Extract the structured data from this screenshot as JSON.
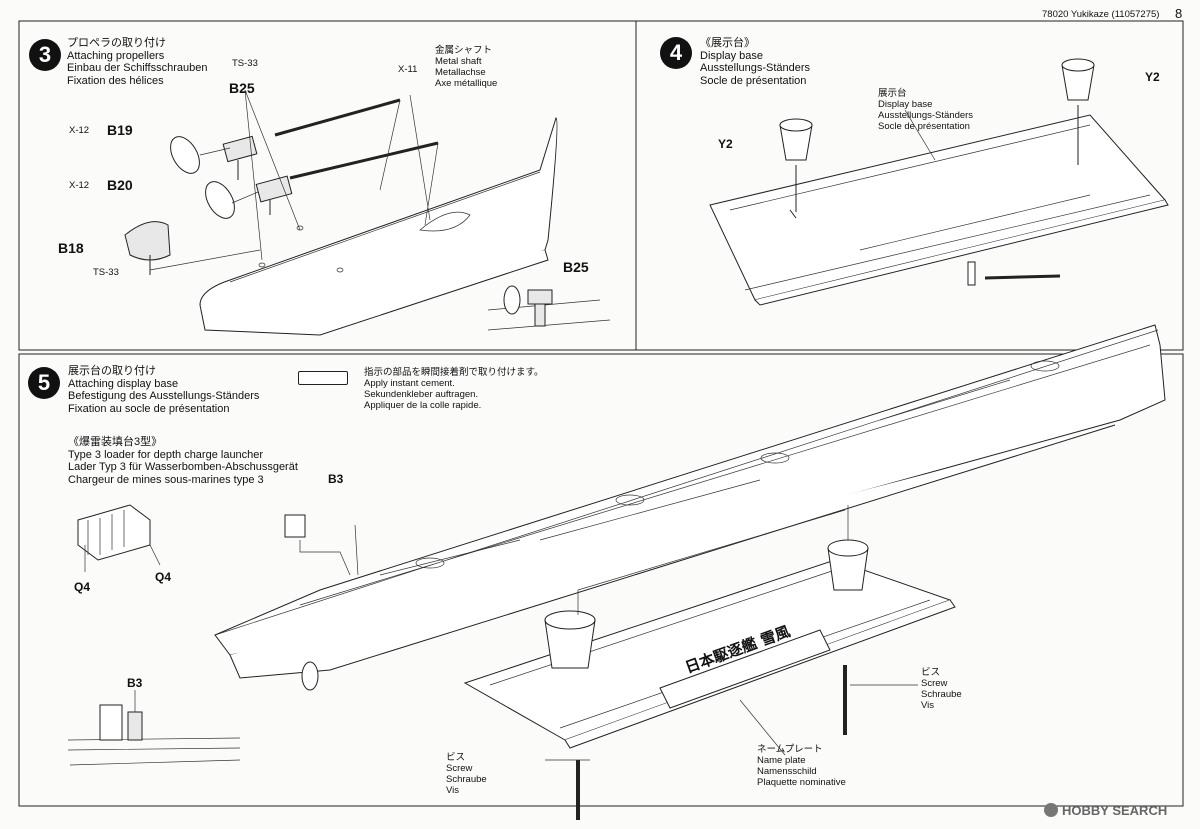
{
  "header": {
    "product": "78020  Yukikaze (11057275)",
    "page": "8"
  },
  "step3": {
    "number": "3",
    "title_jp": "プロペラの取り付け",
    "title_en": "Attaching propellers",
    "title_de": "Einbau der Schiffsschrauben",
    "title_fr": "Fixation des hélices",
    "labels": {
      "ts33_top": "TS-33",
      "b25": "B25",
      "x11": "X-11",
      "shaft_jp": "金属シャフト",
      "shaft_en": "Metal shaft",
      "shaft_de": "Metallachse",
      "shaft_fr": "Axe métallique",
      "x12_a": "X-12",
      "b19": "B19",
      "x12_b": "X-12",
      "b20": "B20",
      "b18": "B18",
      "ts33_bot": "TS-33",
      "b25_detail": "B25"
    }
  },
  "step4": {
    "number": "4",
    "title_jp": "《展示台》",
    "title_en": "Display base",
    "title_de": "Ausstellungs-Ständers",
    "title_fr": "Socle de présentation",
    "labels": {
      "y2_left": "Y2",
      "y2_right": "Y2",
      "base_jp": "展示台",
      "base_en": "Display base",
      "base_de": "Ausstellungs-Ständers",
      "base_fr": "Socle de présentation"
    }
  },
  "step5": {
    "number": "5",
    "title_jp": "展示台の取り付け",
    "title_en": "Attaching display base",
    "title_de": "Befestigung des Ausstellungs-Ständers",
    "title_fr": "Fixation au socle de présentation",
    "cement_jp": "指示の部品を瞬間接着剤で取り付けます。",
    "cement_en": "Apply instant cement.",
    "cement_de": "Sekundenkleber auftragen.",
    "cement_fr": "Appliquer de la colle rapide.",
    "loader_jp": "《爆雷装填台3型》",
    "loader_en": "Type 3 loader for depth charge launcher",
    "loader_de": "Lader Typ 3 für Wasserbomben-Abschussgerät",
    "loader_fr": "Chargeur de mines sous-marines type 3",
    "labels": {
      "q4_a": "Q4",
      "q4_b": "Q4",
      "b3_top": "B3",
      "b3_bot": "B3",
      "screw_r_jp": "ビス",
      "screw_r_en": "Screw",
      "screw_r_de": "Schraube",
      "screw_r_fr": "Vis",
      "screw_l_jp": "ビス",
      "screw_l_en": "Screw",
      "screw_l_de": "Schraube",
      "screw_l_fr": "Vis",
      "plate_jp": "ネームプレート",
      "plate_en": "Name plate",
      "plate_de": "Namensschild",
      "plate_fr": "Plaquette nominative",
      "plate_text": "日本駆逐艦 雪風"
    }
  },
  "watermark": "HOBBY SEARCH"
}
